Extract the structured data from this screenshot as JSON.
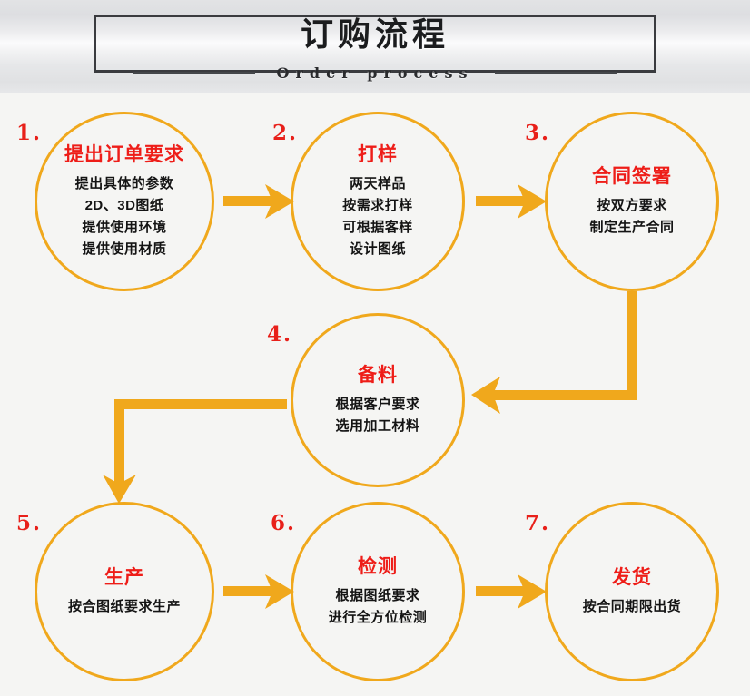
{
  "header": {
    "title": "订购流程",
    "subtitle": "Order process"
  },
  "colors": {
    "accent": "#f0a81c",
    "title_red": "#ee1d18",
    "body_text": "#141414",
    "frame": "#3a3b3f",
    "background": "#f5f5f3"
  },
  "steps": [
    {
      "index": "1.",
      "title": "提出订单要求",
      "lines": [
        "提出具体的参数",
        "2D、3D图纸",
        "提供使用环境",
        "提供使用材质"
      ]
    },
    {
      "index": "2.",
      "title": "打样",
      "lines": [
        "两天样品",
        "按需求打样",
        "可根据客样",
        "设计图纸"
      ]
    },
    {
      "index": "3.",
      "title": "合同签署",
      "lines": [
        "按双方要求",
        "制定生产合同"
      ]
    },
    {
      "index": "4.",
      "title": "备料",
      "lines": [
        "根据客户要求",
        "选用加工材料"
      ]
    },
    {
      "index": "5.",
      "title": "生产",
      "lines": [
        "按合图纸要求生产"
      ]
    },
    {
      "index": "6.",
      "title": "检测",
      "lines": [
        "根据图纸要求",
        "进行全方位检测"
      ]
    },
    {
      "index": "7.",
      "title": "发货",
      "lines": [
        "按合同期限出货"
      ]
    }
  ],
  "connectors": [
    {
      "name": "arrow-step1-to-step2",
      "direction": "right"
    },
    {
      "name": "arrow-step2-to-step3",
      "direction": "right"
    },
    {
      "name": "arrow-step3-to-step4",
      "direction": "down-then-left"
    },
    {
      "name": "arrow-step4-to-step5",
      "direction": "left-then-down"
    },
    {
      "name": "arrow-step5-to-step6",
      "direction": "right"
    },
    {
      "name": "arrow-step6-to-step7",
      "direction": "right"
    }
  ]
}
